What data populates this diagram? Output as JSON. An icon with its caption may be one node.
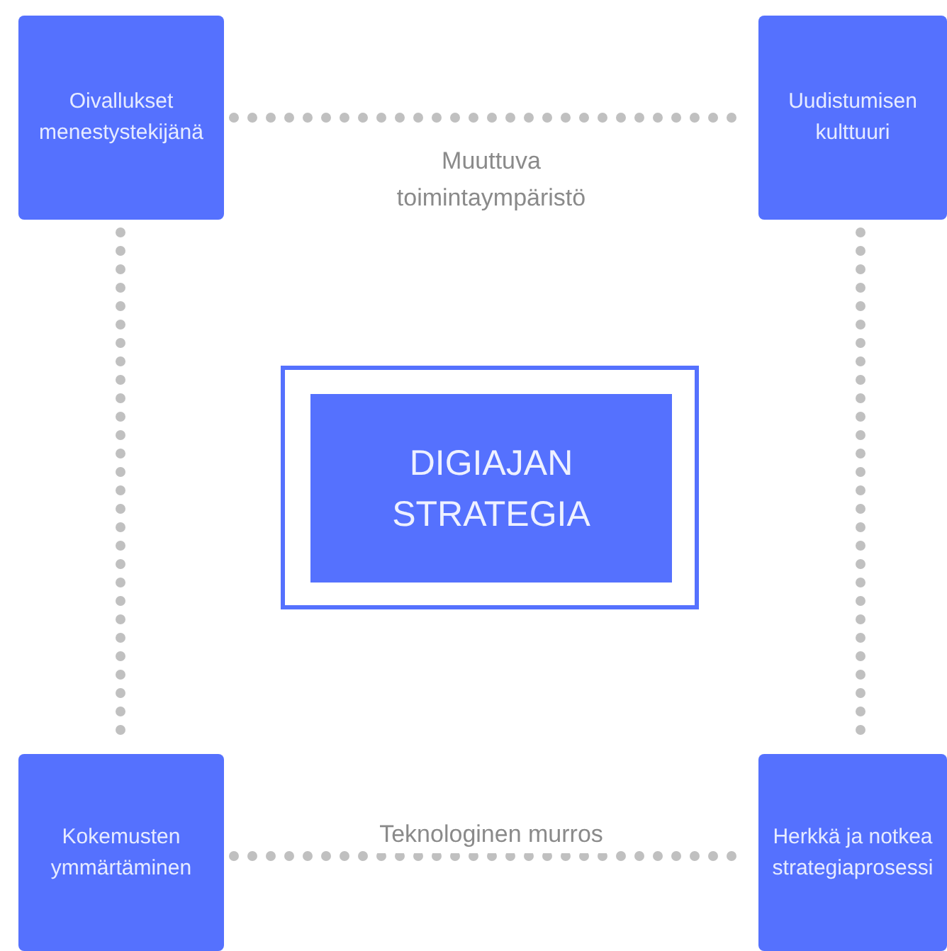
{
  "diagram": {
    "nodes": [
      {
        "text": [
          "Oivallukset menestystekijänä"
        ]
      },
      {
        "text": [
          "Uudistumisen kulttuuri"
        ]
      },
      {
        "text": [
          "Kokemusten ymmärtäminen"
        ]
      },
      {
        "text": [
          "Herkkä ja notkea strategiaprosessi"
        ]
      },
      {
        "text": [],
        "shape": "box"
      },
      {
        "text": [
          "DIGIAJAN STRATEGIA"
        ],
        "in": 4
      }
    ],
    "edges": [
      {
        "from": 0,
        "to": 1,
        "arrow": "none",
        "label": "Muuttuva toimintaympäristö"
      },
      {
        "from": 0,
        "to": 2,
        "arrow": "none"
      },
      {
        "from": 1,
        "to": 3,
        "arrow": "none"
      },
      {
        "from": 2,
        "to": 3,
        "arrow": "none",
        "label": "Teknologinen murros"
      }
    ]
  }
}
